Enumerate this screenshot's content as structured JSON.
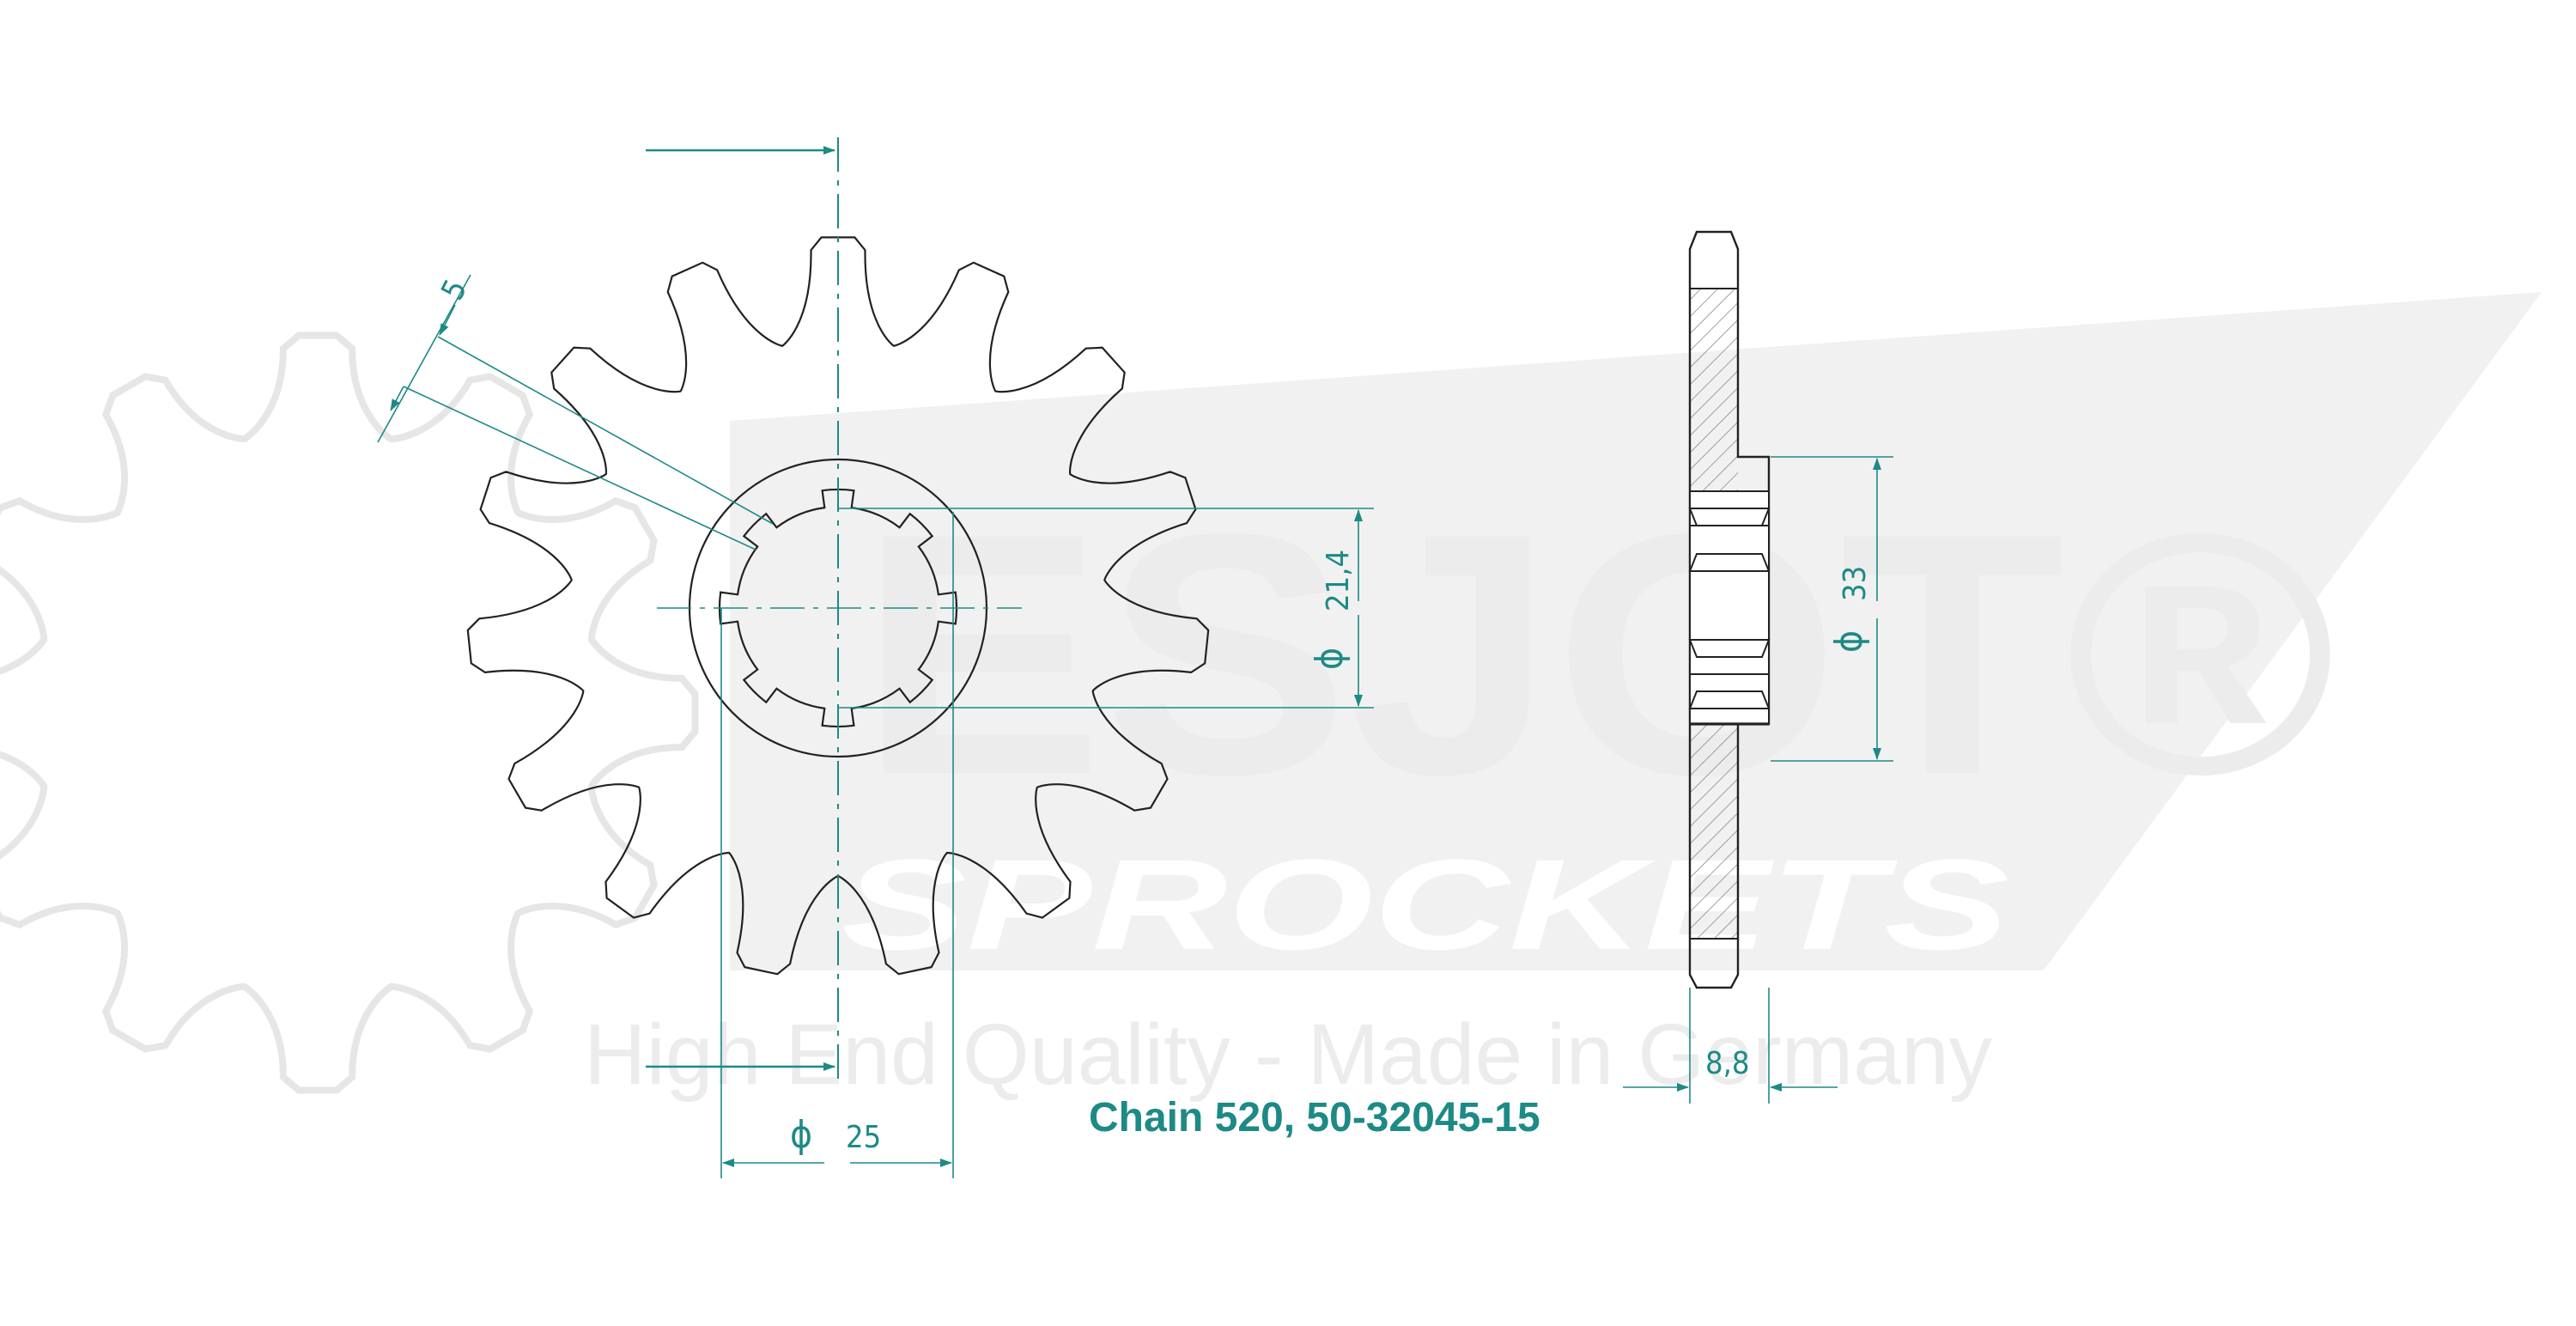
{
  "colors": {
    "outline": "#222222",
    "dimension": "#1d8a86",
    "watermark": "#ececec",
    "hatch": "#888888"
  },
  "watermark": {
    "brand": "ESJOT®",
    "subtitle": "SPROCKETS",
    "tagline": "High End Quality - Made in Germany"
  },
  "sprocket": {
    "teeth": 15,
    "splines": 8
  },
  "dimensions": {
    "tooth_width": "5",
    "inner_diameter_symbol": "ϕ",
    "inner_diameter": "21,4",
    "outer_diameter_symbol": "ϕ",
    "outer_diameter": "25",
    "hub_diameter_symbol": "ϕ",
    "hub_diameter": "33",
    "thickness": "8,8"
  },
  "caption": "Chain 520, 50-32045-15"
}
